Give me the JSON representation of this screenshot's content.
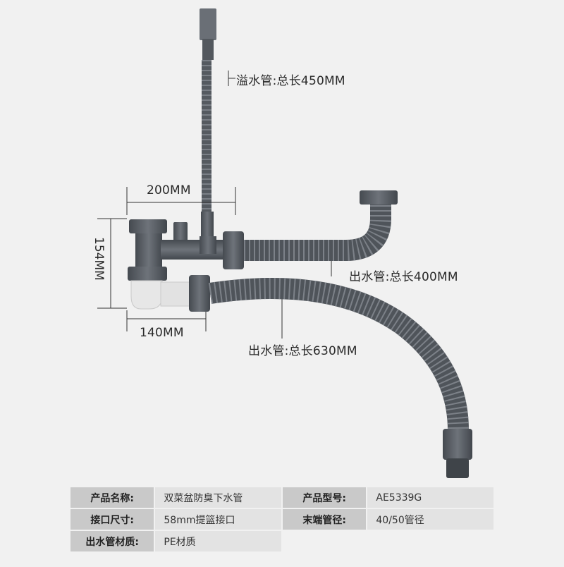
{
  "labels": {
    "overflow_pipe": "溢水管:总长450MM",
    "width_200": "200MM",
    "height_154": "154MM",
    "width_140": "140MM",
    "outlet_400": "出水管:总长400MM",
    "outlet_630": "出水管:总长630MM"
  },
  "spec_table": {
    "rows": [
      [
        {
          "key": "产品名称:",
          "value": "双菜盆防臭下水管"
        },
        {
          "key": "产品型号:",
          "value": "AE5339G"
        }
      ],
      [
        {
          "key": "接口尺寸:",
          "value": "58mm提篮接口"
        },
        {
          "key": "末端管径:",
          "value": "40/50管径"
        }
      ],
      [
        {
          "key": "出水管材质:",
          "value": "PE材质"
        }
      ]
    ]
  },
  "colors": {
    "background": "#f1f1f1",
    "pipe_dark": "#4f545a",
    "pipe_mid": "#6b7077",
    "elbow_white": "#e8e8e8",
    "key_cell": "#c9c9c9",
    "value_cell": "#e3e3e3"
  }
}
